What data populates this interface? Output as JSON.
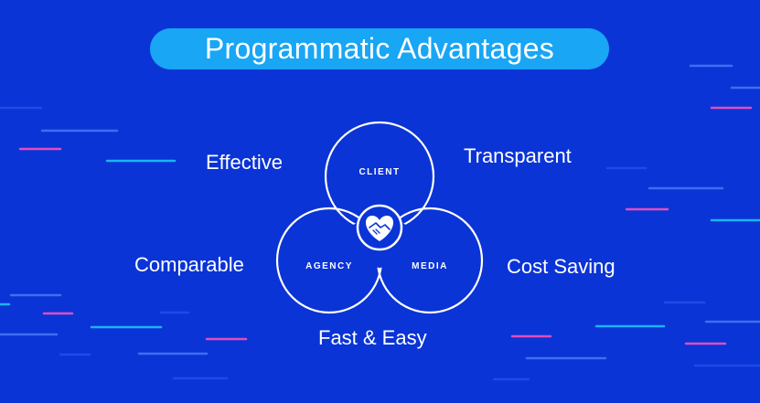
{
  "title": "Programmatic Advantages",
  "advantages": {
    "effective": "Effective",
    "transparent": "Transparent",
    "comparable": "Comparable",
    "cost_saving": "Cost Saving",
    "fast_easy": "Fast & Easy"
  },
  "venn": {
    "client": "CLIENT",
    "agency": "AGENCY",
    "media": "MEDIA",
    "center_icon": "handshake-heart-icon"
  },
  "colors": {
    "background": "#0a34d6",
    "title_pill": "#18a6f5",
    "accent_pink": "#e24dbd",
    "accent_cyan": "#1ab4f5",
    "line_blue": "#3b6bf0"
  }
}
